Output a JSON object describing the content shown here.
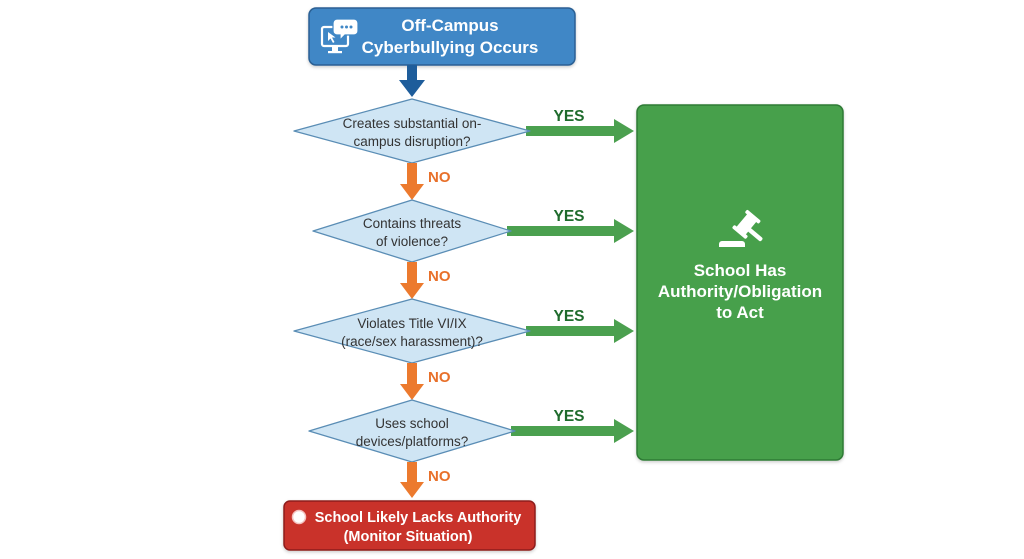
{
  "start": {
    "lines": [
      "Off-Campus",
      "Cyberbullying Occurs"
    ],
    "icon": "computer-chat-icon",
    "fill": "#3f87c6",
    "stroke": "#2a5f93"
  },
  "decisions": [
    {
      "id": "disruption",
      "lines": [
        "Creates substantial on-",
        "campus disruption?"
      ],
      "yes_label": "YES",
      "no_label": "NO"
    },
    {
      "id": "threats",
      "lines": [
        "Contains threats",
        "of violence?"
      ],
      "yes_label": "YES",
      "no_label": "NO"
    },
    {
      "id": "title-vi-ix",
      "lines": [
        "Violates Title VI/IX",
        "(race/sex harassment)?"
      ],
      "yes_label": "YES",
      "no_label": "NO"
    },
    {
      "id": "school-devices",
      "lines": [
        "Uses school",
        "devices/platforms?"
      ],
      "yes_label": "YES",
      "no_label": "NO"
    }
  ],
  "outcome_yes": {
    "lines": [
      "School Has",
      "Authority/Obligation",
      "to Act"
    ],
    "icon": "gavel-icon",
    "fill": "#46a04b",
    "stroke": "#2f7a35"
  },
  "outcome_no": {
    "lines": [
      "School Likely Lacks Authority",
      "(Monitor Situation)"
    ],
    "icon": "circle-icon",
    "fill": "#c9302c",
    "stroke": "#8e1f1c"
  },
  "colors": {
    "diamond_fill": "#cfe5f4",
    "diamond_stroke": "#5a8db5",
    "yes_arrow": "#4ba04f",
    "yes_text": "#1e6b2c",
    "no_arrow": "#ec7a2e",
    "no_text": "#e8702a",
    "start_arrow": "#1e5d9b",
    "text_dark": "#333333"
  }
}
